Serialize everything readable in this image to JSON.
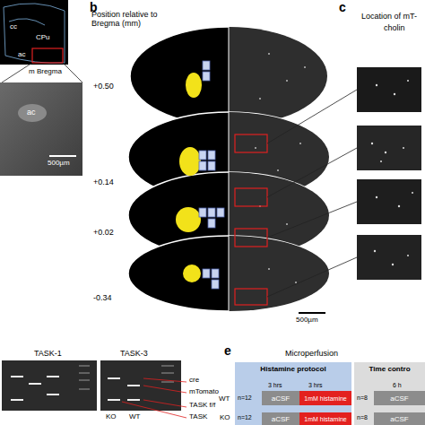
{
  "diagram": {
    "nodes": [
      {
        "text": [
          "Histamine protocol"
        ]
      },
      {
        "text": [
          "aCSF"
        ],
        "in": 0
      },
      {
        "text": [
          "1mM histamine"
        ],
        "in": 0
      },
      {
        "text": [
          "aCSF"
        ],
        "in": 0
      },
      {
        "text": [
          "1mM histamine"
        ],
        "in": 0
      },
      {
        "text": [
          "Time contro"
        ]
      },
      {
        "text": [
          "aCSF"
        ],
        "in": 5
      },
      {
        "text": [
          "aCSF"
        ],
        "in": 5
      }
    ],
    "labels": [
      "cc",
      "CPu",
      "ac",
      "m Bregma",
      "ac",
      "500µm",
      "b",
      "Position relative to Bregma (mm)",
      "+0.50",
      "+0.14",
      "+0.02",
      "-0.34",
      "500µm",
      "c",
      "Location of mT-",
      "cholin",
      "TASK-1",
      "TASK-3",
      "KO",
      "WT",
      "cre",
      "mTomato",
      "TASK f/f",
      "TASK",
      "e",
      "Microperfusion",
      "n=12",
      "3 hrs",
      "3 hrs",
      "WT",
      "n=12",
      "KO",
      "n=8",
      "6 h",
      "n=8"
    ]
  }
}
